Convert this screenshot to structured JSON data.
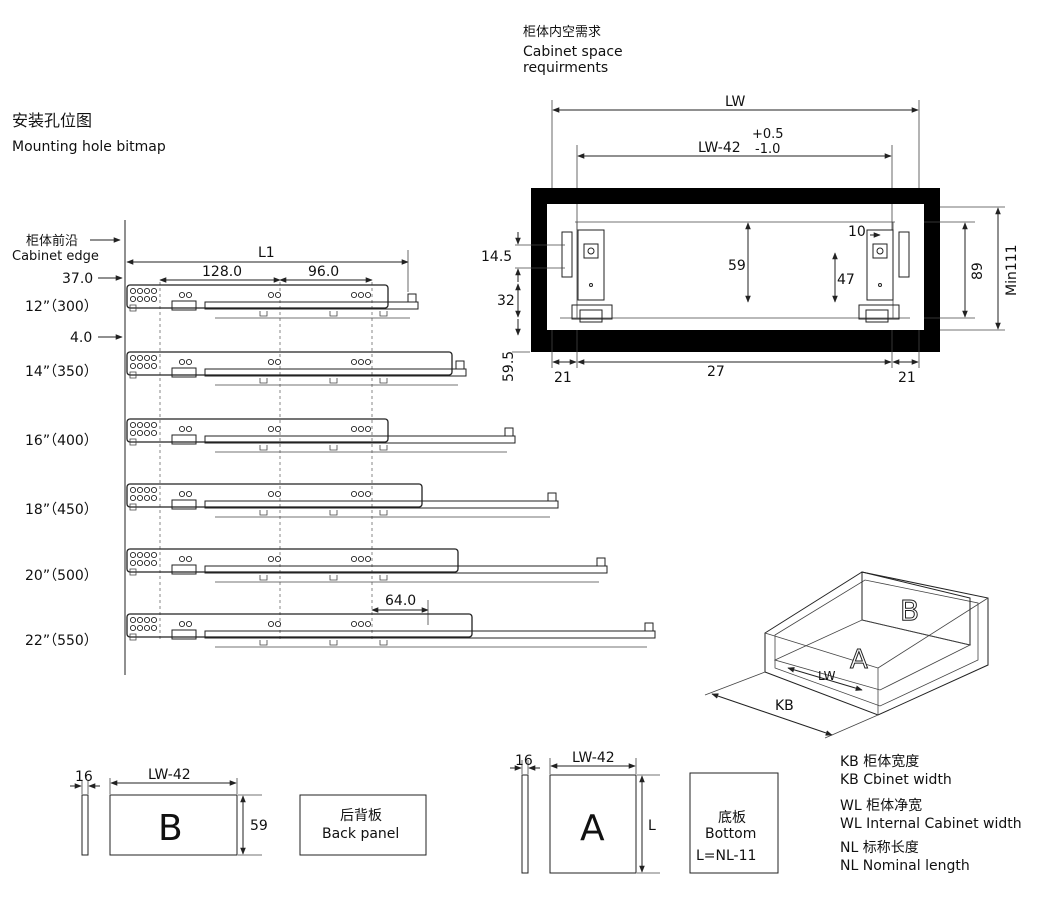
{
  "top": {
    "cn": "柜体内空需求",
    "en1": "Cabinet space",
    "en2": "requirments"
  },
  "mounting": {
    "cn": "安装孔位图",
    "en": "Mounting hole bitmap",
    "edge_cn": "柜体前沿",
    "edge_en": "Cabinet edge",
    "d_l1": "L1",
    "d_128": "128.0",
    "d_96": "96.0",
    "d_37": "37.0",
    "d_4": "4.0",
    "d_64": "64.0",
    "sizes": [
      "12”（300）",
      "14”（350）",
      "16”（400）",
      "18”（450）",
      "20”（500）",
      "22”（550）"
    ]
  },
  "section": {
    "lw": "LW",
    "lw42": "LW-42",
    "tol_plus": "+0.5",
    "tol_minus": "-1.0",
    "d10": "10",
    "d145": "14.5",
    "d59": "59",
    "d47": "47",
    "d32": "32",
    "d89": "89",
    "dmin111": "Min111",
    "d595": "59.5",
    "d21a": "21",
    "d27": "27",
    "d21b": "21"
  },
  "iso": {
    "b": "B",
    "a": "A",
    "lw": "LW",
    "kb": "KB"
  },
  "panels": {
    "b_thick": "16",
    "b_width": "LW-42",
    "b_letter": "B",
    "b_height": "59",
    "back_cn": "后背板",
    "back_en": "Back panel",
    "a_thick": "16",
    "a_width": "LW-42",
    "a_letter": "A",
    "a_height": "L",
    "bottom_cn": "底板",
    "bottom_en": "Bottom",
    "bottom_formula": "L=NL-11"
  },
  "legend": [
    "KB 柜体宽度",
    "KB Cbinet width",
    "WL 柜体净宽",
    "WL Internal Cabinet width",
    "NL 标称长度",
    "NL Nominal length"
  ]
}
